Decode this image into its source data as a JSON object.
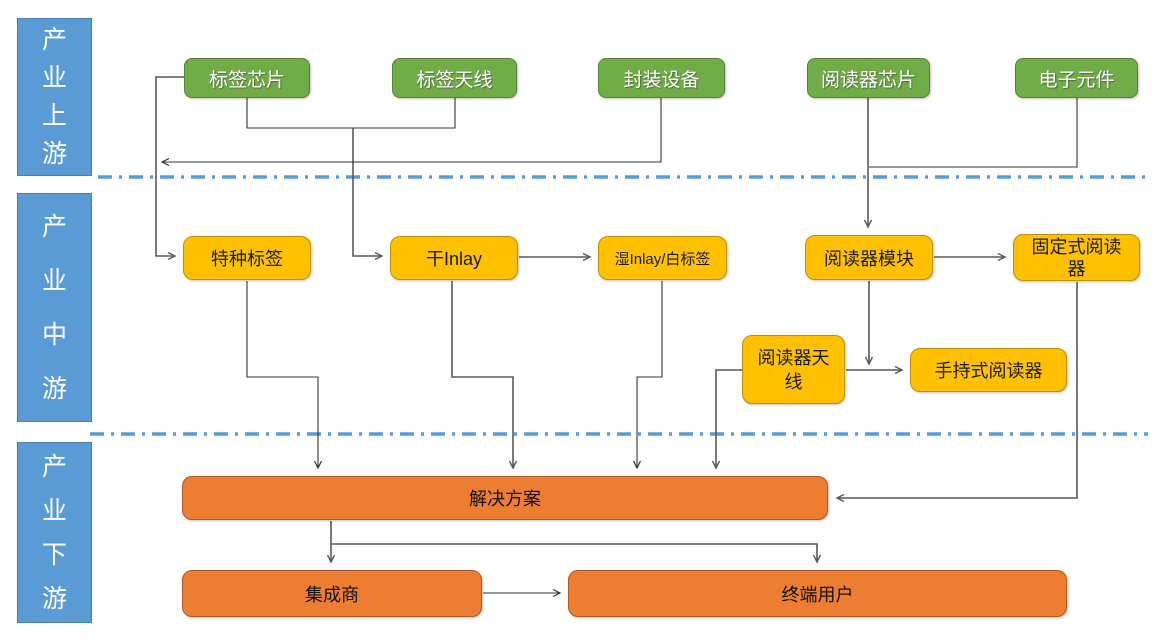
{
  "sections": {
    "upstream": {
      "label": "产业上游"
    },
    "midstream": {
      "label": "产业中游"
    },
    "downstream": {
      "label": "产业下游"
    }
  },
  "nodes": {
    "tag_chip": {
      "label": "标签芯片"
    },
    "tag_antenna": {
      "label": "标签天线"
    },
    "packaging_equipment": {
      "label": "封装设备"
    },
    "reader_chip": {
      "label": "阅读器芯片"
    },
    "electronic_components": {
      "label": "电子元件"
    },
    "special_tag": {
      "label": "特种标签"
    },
    "dry_inlay": {
      "label": "干Inlay"
    },
    "wet_inlay": {
      "label": "湿Inlay/白标签"
    },
    "reader_module": {
      "label": "阅读器模块"
    },
    "fixed_reader": {
      "label": "固定式阅读\n器"
    },
    "reader_antenna": {
      "label": "阅读器天\n线"
    },
    "handheld_reader": {
      "label": "手持式阅读器"
    },
    "solution": {
      "label": "解决方案"
    },
    "integrator": {
      "label": "集成商"
    },
    "end_user": {
      "label": "终端用户"
    }
  },
  "edges": [
    {
      "from": "tag_chip",
      "to": "special_tag"
    },
    {
      "from": "tag_chip",
      "to": "dry_inlay"
    },
    {
      "from": "tag_antenna",
      "to": "dry_inlay"
    },
    {
      "from": "packaging_equipment",
      "to": "special_tag"
    },
    {
      "from": "reader_chip",
      "to": "reader_module"
    },
    {
      "from": "electronic_components",
      "to": "reader_module"
    },
    {
      "from": "dry_inlay",
      "to": "wet_inlay"
    },
    {
      "from": "reader_module",
      "to": "fixed_reader"
    },
    {
      "from": "reader_module",
      "to": "handheld_reader"
    },
    {
      "from": "reader_antenna",
      "to": "handheld_reader"
    },
    {
      "from": "special_tag",
      "to": "solution"
    },
    {
      "from": "dry_inlay",
      "to": "solution"
    },
    {
      "from": "wet_inlay",
      "to": "solution"
    },
    {
      "from": "reader_antenna",
      "to": "solution"
    },
    {
      "from": "fixed_reader",
      "to": "solution"
    },
    {
      "from": "solution",
      "to": "integrator"
    },
    {
      "from": "solution",
      "to": "end_user"
    },
    {
      "from": "integrator",
      "to": "end_user"
    }
  ],
  "colors": {
    "section_fill": "#5B9BD5",
    "upstream_fill": "#70AD47",
    "midstream_fill": "#FFC000",
    "downstream_fill": "#ED7D31",
    "divider": "#5B9BD5",
    "connector_gray": "#595959",
    "connector_black": "#333333"
  }
}
